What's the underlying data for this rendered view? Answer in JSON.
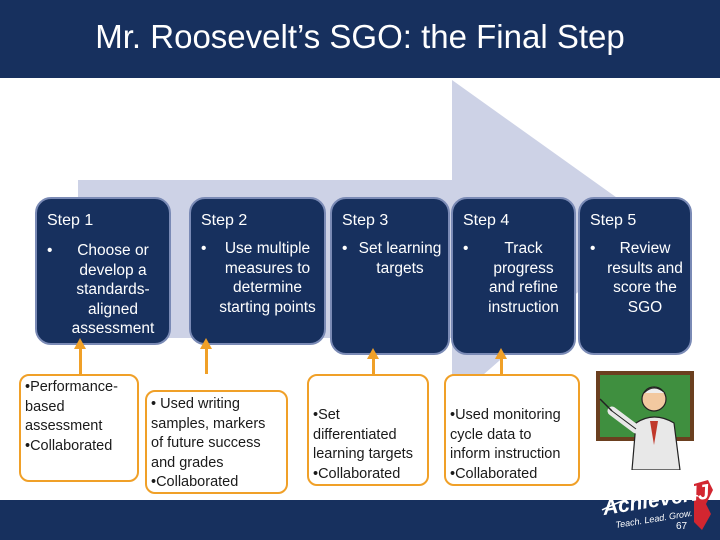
{
  "title": "Mr. Roosevelt’s SGO: the Final Step",
  "steps": [
    {
      "label": "Step 1",
      "bullet": "•",
      "text": "Choose or develop a standards-aligned assessment"
    },
    {
      "label": "Step 2",
      "bullet": "•",
      "text": "Use multiple measures to determine starting points"
    },
    {
      "label": "Step 3",
      "bullet": "•",
      "text": "Set learning targets"
    },
    {
      "label": "Step 4",
      "bullet": "•",
      "text": "Track progress and refine instruction"
    },
    {
      "label": "Step 5",
      "bullet": "•",
      "text": "Review results and score the SGO"
    }
  ],
  "notes": [
    {
      "lines": [
        "•Performance-",
        "based",
        "assessment",
        "•Collaborated"
      ]
    },
    {
      "lines": [
        "• Used writing",
        "samples, markers",
        "of future success",
        "and grades",
        "•Collaborated"
      ]
    },
    {
      "lines": [
        "•Set",
        "differentiated",
        "learning targets",
        "•Collaborated"
      ]
    },
    {
      "lines": [
        "•Used monitoring",
        "cycle data to",
        "inform instruction",
        "•Collaborated"
      ]
    }
  ],
  "logo": {
    "brand": "AchieveNJ",
    "tagline": "Teach. Lead. Grow."
  },
  "page_number": "67",
  "colors": {
    "navy": "#17305e",
    "arrow": "#cdd2e6",
    "orange": "#f0a028",
    "step_border": "#7a8ab5"
  }
}
